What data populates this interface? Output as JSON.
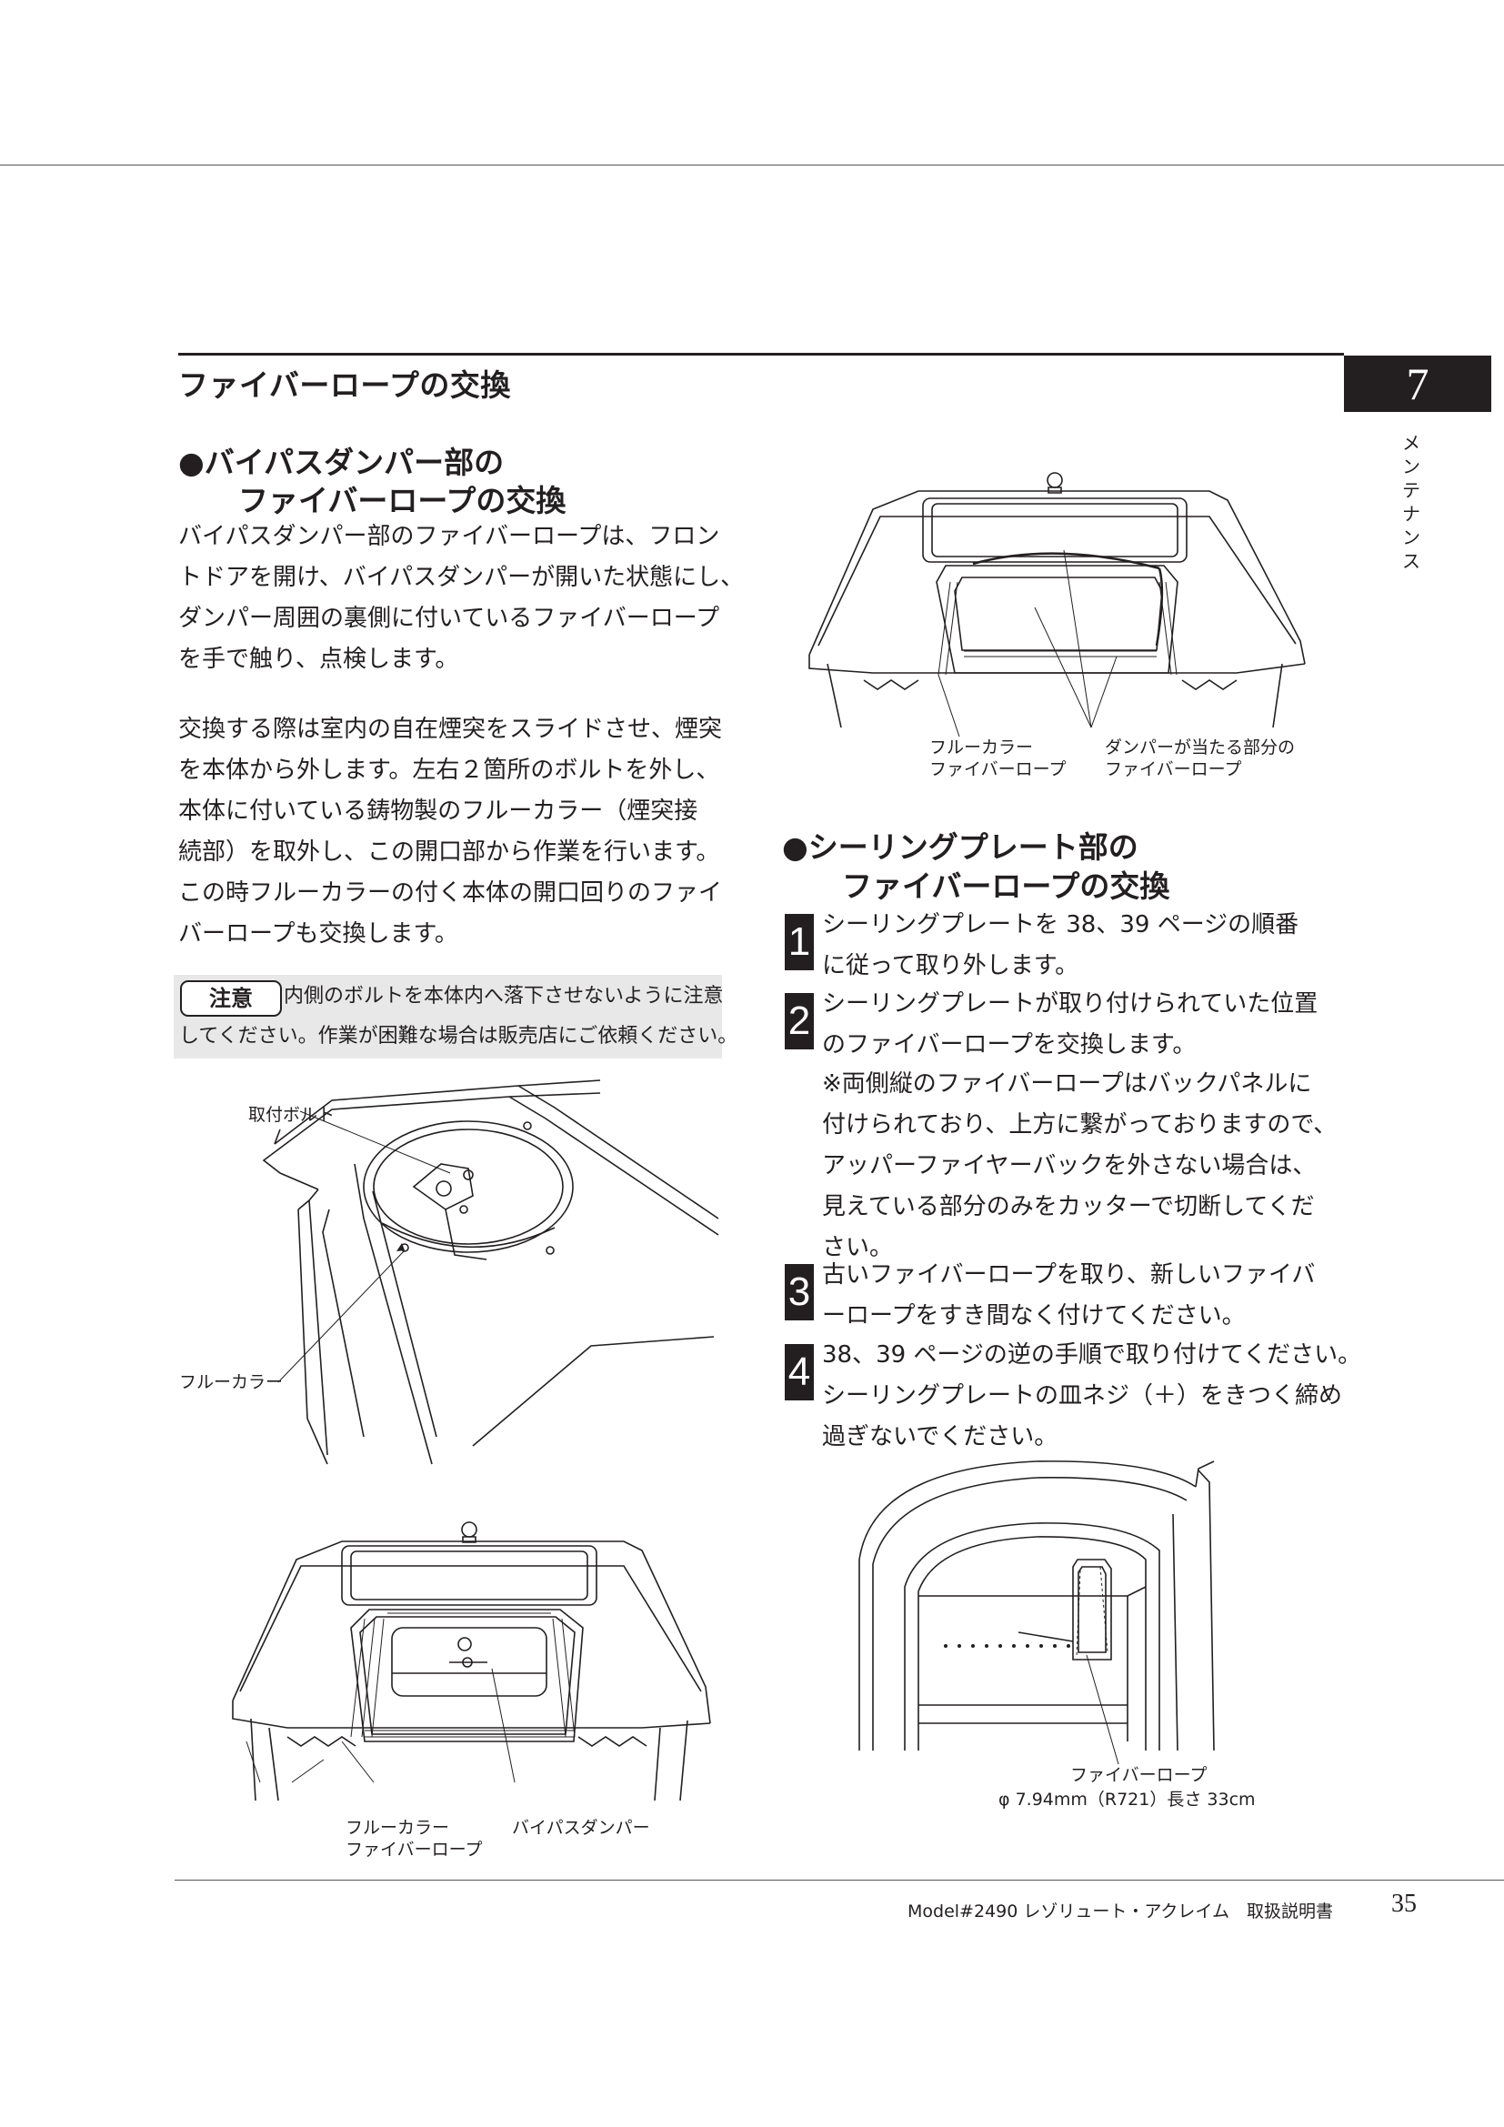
{
  "header": {
    "section_title": "ファイバーロープの交換",
    "chapter_number": "7",
    "chapter_label": [
      "メ",
      "ン",
      "テ",
      "ナ",
      "ン",
      "ス"
    ]
  },
  "bypass": {
    "heading_lines": [
      "●バイパスダンパー部の",
      "ファイバーロープの交換"
    ],
    "para1": [
      "バイパスダンパー部のファイバーロープは、フロン",
      "トドアを開け、バイパスダンパーが開いた状態にし、",
      "ダンパー周囲の裏側に付いているファイバーロープ",
      "を手で触り、点検します。"
    ],
    "para2": [
      "交換する際は室内の自在煙突をスライドさせ、煙突",
      "を本体から外します。左右２箇所のボルトを外し、",
      "本体に付いている鋳物製のフルーカラー（煙突接",
      "続部）を取外し、この開口部から作業を行います。",
      "この時フルーカラーの付く本体の開口回りのファイ",
      "バーロープも交換します。"
    ],
    "caution_label": "注意",
    "caution_lines": [
      "内側のボルトを本体内へ落下させないように注意",
      "してください。作業が困難な場合は販売店にご依頼ください。"
    ],
    "fig1_labels": {
      "bolt": "取付ボルト",
      "flue_collar": "フルーカラー"
    },
    "fig2_labels": {
      "flue_rope": [
        "フルーカラー",
        "ファイバーロープ"
      ],
      "bypass_damper": "バイパスダンパー"
    }
  },
  "top_figure_labels": {
    "flue_rope": [
      "フルーカラー",
      "ファイバーロープ"
    ],
    "damper_rope": [
      "ダンパーが当たる部分の",
      "ファイバーロープ"
    ]
  },
  "sealing": {
    "heading_lines": [
      "●シーリングプレート部の",
      "ファイバーロープの交換"
    ],
    "steps": [
      {
        "num": "1",
        "lines": [
          "シーリングプレートを 38、39 ページの順番",
          "に従って取り外します。"
        ]
      },
      {
        "num": "2",
        "lines": [
          "シーリングプレートが取り付けられていた位置",
          "のファイバーロープを交換します。"
        ]
      },
      {
        "num": "3",
        "lines": [
          "古いファイバーロープを取り、新しいファイバ",
          "ーロープをすき間なく付けてください。"
        ]
      },
      {
        "num": "4",
        "lines": [
          "38、39 ページの逆の手順で取り付けてください。",
          "シーリングプレートの皿ネジ（＋）をきつく締め",
          "過ぎないでください。"
        ]
      }
    ],
    "note_lines": [
      "※両側縦のファイバーロープはバックパネルに",
      "付けられており、上方に繋がっておりますので、",
      "アッパーファイヤーバックを外さない場合は、",
      "見えている部分のみをカッターで切断してくだ",
      "さい。"
    ],
    "fig_labels": [
      "ファイバーロープ",
      "φ 7.94mm（R721）長さ 33cm"
    ]
  },
  "footer": {
    "model_text": "Model#2490 レゾリュート・アクレイム　取扱説明書",
    "page_number": "35"
  }
}
